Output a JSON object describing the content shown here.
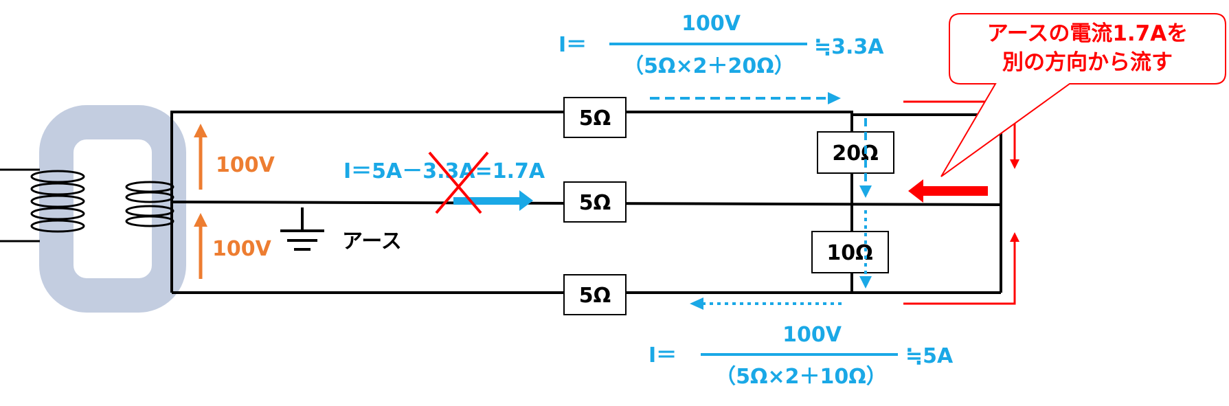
{
  "colors": {
    "wire": "#000000",
    "core": "#c3cde0",
    "current": "#1aa8e6",
    "voltage": "#ed7d31",
    "alert": "#ff0000"
  },
  "resistors": {
    "top_line": "5Ω",
    "middle_line": "5Ω",
    "bottom_line": "5Ω",
    "load_upper": "20Ω",
    "load_lower": "10Ω"
  },
  "voltages": {
    "upper": "100V",
    "lower": "100V"
  },
  "ground": {
    "label": "アース",
    "icon": "ground-icon"
  },
  "neutral_current": {
    "text": "I＝5A－3.3A=1.7A"
  },
  "formula_top": {
    "prefix": "I＝",
    "numerator": "100V",
    "denominator": "（5Ω×2＋20Ω）",
    "result": "≒3.3A"
  },
  "formula_bottom": {
    "prefix": "I＝",
    "numerator": "100V",
    "denominator": "（5Ω×2＋10Ω）",
    "result": "≒5A"
  },
  "callout": {
    "line1": "アースの電流1.7Aを",
    "line2": "別の方向から流す"
  }
}
